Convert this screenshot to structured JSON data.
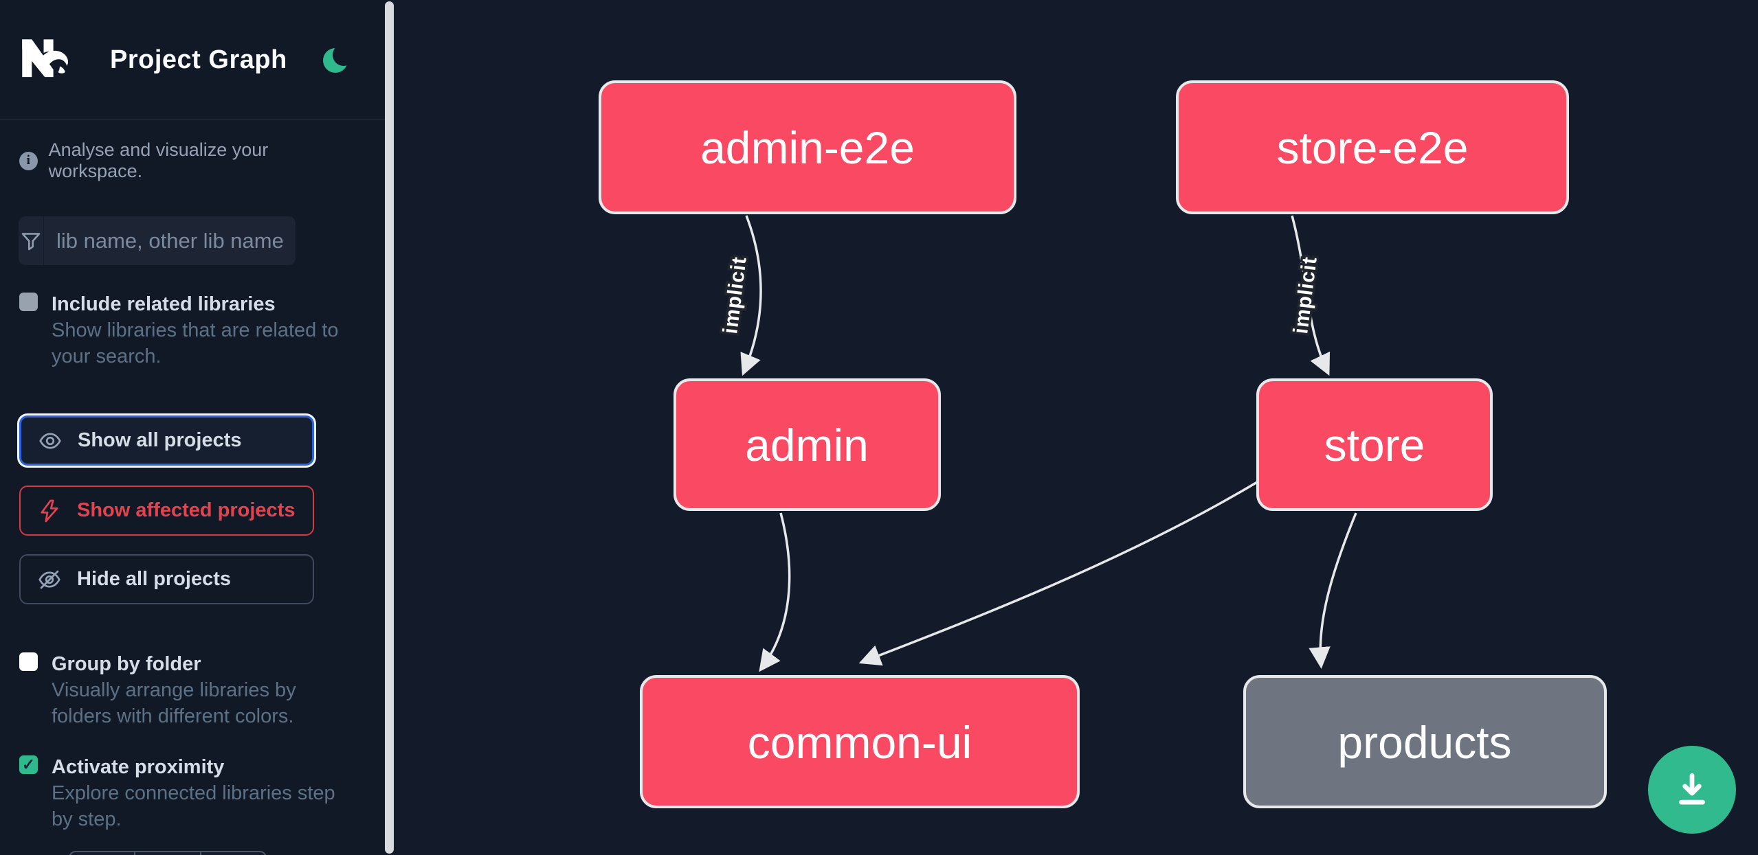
{
  "header": {
    "logo": "Nx",
    "app_title": "Project Graph",
    "theme_icon": "moon-icon"
  },
  "intro": {
    "text": "Analyse and visualize your workspace."
  },
  "search": {
    "placeholder": "lib name, other lib name",
    "value": ""
  },
  "toggles": {
    "include_related": {
      "label": "Include related libraries",
      "description": "Show libraries that are related to\nyour search.",
      "checked": false,
      "disabled": true
    },
    "group_by_folder": {
      "label": "Group by folder",
      "description": "Visually arrange libraries by\nfolders with different colors.",
      "checked": false
    },
    "activate_proximity": {
      "label": "Activate proximity",
      "description": "Explore connected libraries step\nby step.",
      "checked": true,
      "checkmark": "✓"
    }
  },
  "actions": {
    "show_all": "Show all projects",
    "show_affected": "Show affected projects",
    "hide_all": "Hide all projects"
  },
  "graph": {
    "nodes": [
      {
        "id": "admin-e2e",
        "label": "admin-e2e",
        "state": "affected",
        "color": "#fa4a63"
      },
      {
        "id": "store-e2e",
        "label": "store-e2e",
        "state": "affected",
        "color": "#fa4a63"
      },
      {
        "id": "admin",
        "label": "admin",
        "state": "affected",
        "color": "#fa4a63"
      },
      {
        "id": "store",
        "label": "store",
        "state": "affected",
        "color": "#fa4a63"
      },
      {
        "id": "common-ui",
        "label": "common-ui",
        "state": "affected",
        "color": "#fa4a63"
      },
      {
        "id": "products",
        "label": "products",
        "state": "normal",
        "color": "#6e7580"
      }
    ],
    "edges": [
      {
        "source": "admin-e2e",
        "target": "admin",
        "label": "implicit"
      },
      {
        "source": "store-e2e",
        "target": "store",
        "label": "implicit"
      },
      {
        "source": "admin",
        "target": "common-ui",
        "label": ""
      },
      {
        "source": "store",
        "target": "common-ui",
        "label": ""
      },
      {
        "source": "store",
        "target": "products",
        "label": ""
      }
    ]
  },
  "colors": {
    "accent_green": "#2eba8c",
    "focus_blue": "#2b62e0",
    "affected_red": "#e4434e",
    "node_border": "#e7e8ea",
    "edge": "#e6e8ea",
    "sidebar_bg": "#111826",
    "canvas_bg": "#131a29"
  },
  "download": {
    "icon": "download-icon"
  }
}
